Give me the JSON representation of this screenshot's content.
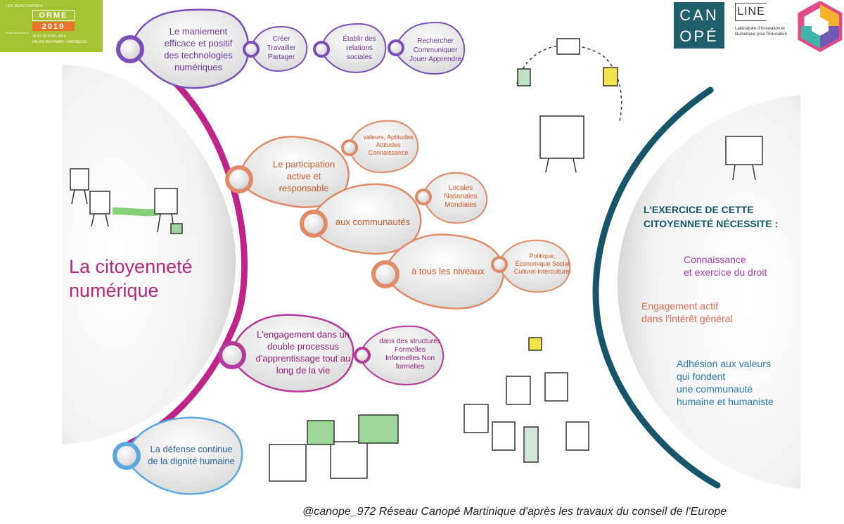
{
  "logos": {
    "orme": {
      "tagline": "LES RENCONTRES",
      "word": "ORME",
      "year": "2019",
      "website": "orme-rencontres.fr",
      "dates": "25 ET 26 AVRIL 2019",
      "place": "PALAIS DU PHARO - MARSEILLE"
    },
    "canope": {
      "line1": "CAN",
      "line2": "OPÉ"
    },
    "line": {
      "title": "LINE",
      "subtitle": "Laboratoire d'Innovation et Numérique pour l'Education"
    }
  },
  "title": "La citoyenneté numérique",
  "branches": [
    {
      "label": "Le maniement efficace et positif des technologies numériques",
      "color": "#7a4fb8",
      "subnodes": [
        "Créer Travailler Partager",
        "Établir des relations sociales",
        "Rechercher Communiquer Jouer Apprendre"
      ]
    },
    {
      "label": "Le participation active et responsable",
      "color": "#e08a68",
      "subnodes": [
        "valeurs, Aptitudes Attitudes Connaissance",
        "aux communautés",
        "Locales Nationales Mondiales",
        "à tous les niveaux",
        "Politique, Économique Social Culturel Interculturel"
      ]
    },
    {
      "label": "L'engagement dans un double processus d'apprentissage tout au long de la vie",
      "color": "#b53a9a",
      "subnodes": [
        "dans des structures Formelles Informelles Non formelles"
      ]
    },
    {
      "label": "La défense continue de la dignité humaine",
      "color": "#5aa8e0",
      "subnodes": []
    }
  ],
  "requirements": {
    "heading": "L'EXERCICE DE CETTE CITOYENNETÉ NÉCESSITE :",
    "items": [
      "Connaissance\net exercice du droit",
      "Engagement actif\ndans l'intérêt général",
      "Adhésion aux valeurs\nqui fondent\nune communauté\nhumaine et humaniste"
    ]
  },
  "credit": "@canope_972 Réseau Canopé Martinique d'après les travaux du conseil de l'Europe",
  "colors": {
    "title": "#b52a7a",
    "arc_left": "#c0248a",
    "arc_right": "#17556a",
    "purple": "#7a4fb8",
    "orange": "#e08a68",
    "magenta": "#b53a9a",
    "blue": "#5aa8e0"
  }
}
